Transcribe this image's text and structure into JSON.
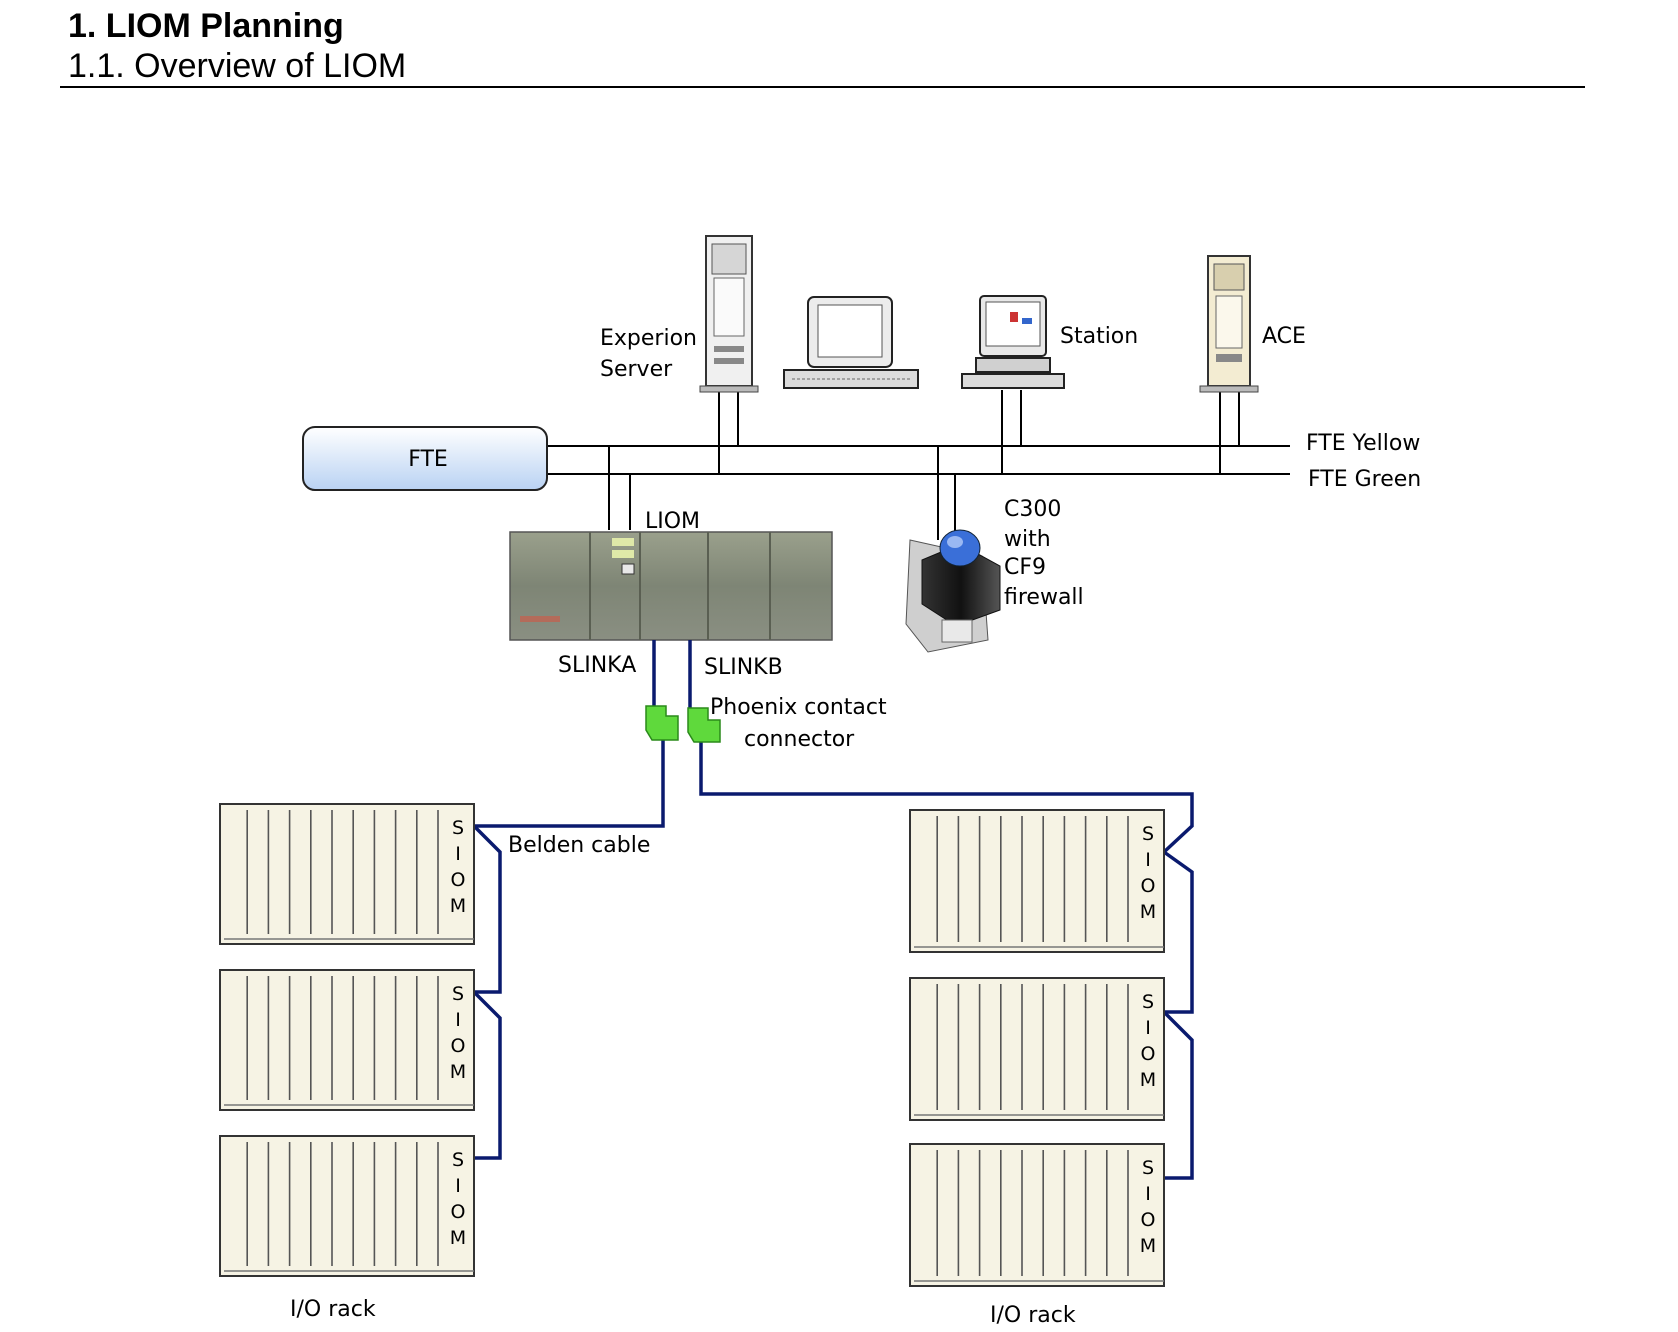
{
  "header": {
    "title": "1. LIOM Planning",
    "subtitle": "1.1. Overview of LIOM"
  },
  "diagram": {
    "fte_box": "FTE",
    "experion_server": [
      "Experion",
      "Server"
    ],
    "station": "Station",
    "ace": "ACE",
    "fte_yellow": "FTE Yellow",
    "fte_green": "FTE Green",
    "liom": "LIOM",
    "c300": [
      "C300",
      "with",
      "CF9",
      "firewall"
    ],
    "slinka": "SLINKA",
    "slinkb": "SLINKB",
    "phoenix": [
      "Phoenix contact",
      "connector"
    ],
    "belden": "Belden cable",
    "io_rack": "I/O rack",
    "siom": [
      "S",
      "I",
      "O",
      "M"
    ],
    "colors": {
      "cable": "#0a1a6e",
      "connector": "#5fd93c",
      "rack_fill": "#f6f3e4",
      "fte_box_top": "#ffffff",
      "fte_box_bottom": "#bcd4f4"
    }
  }
}
